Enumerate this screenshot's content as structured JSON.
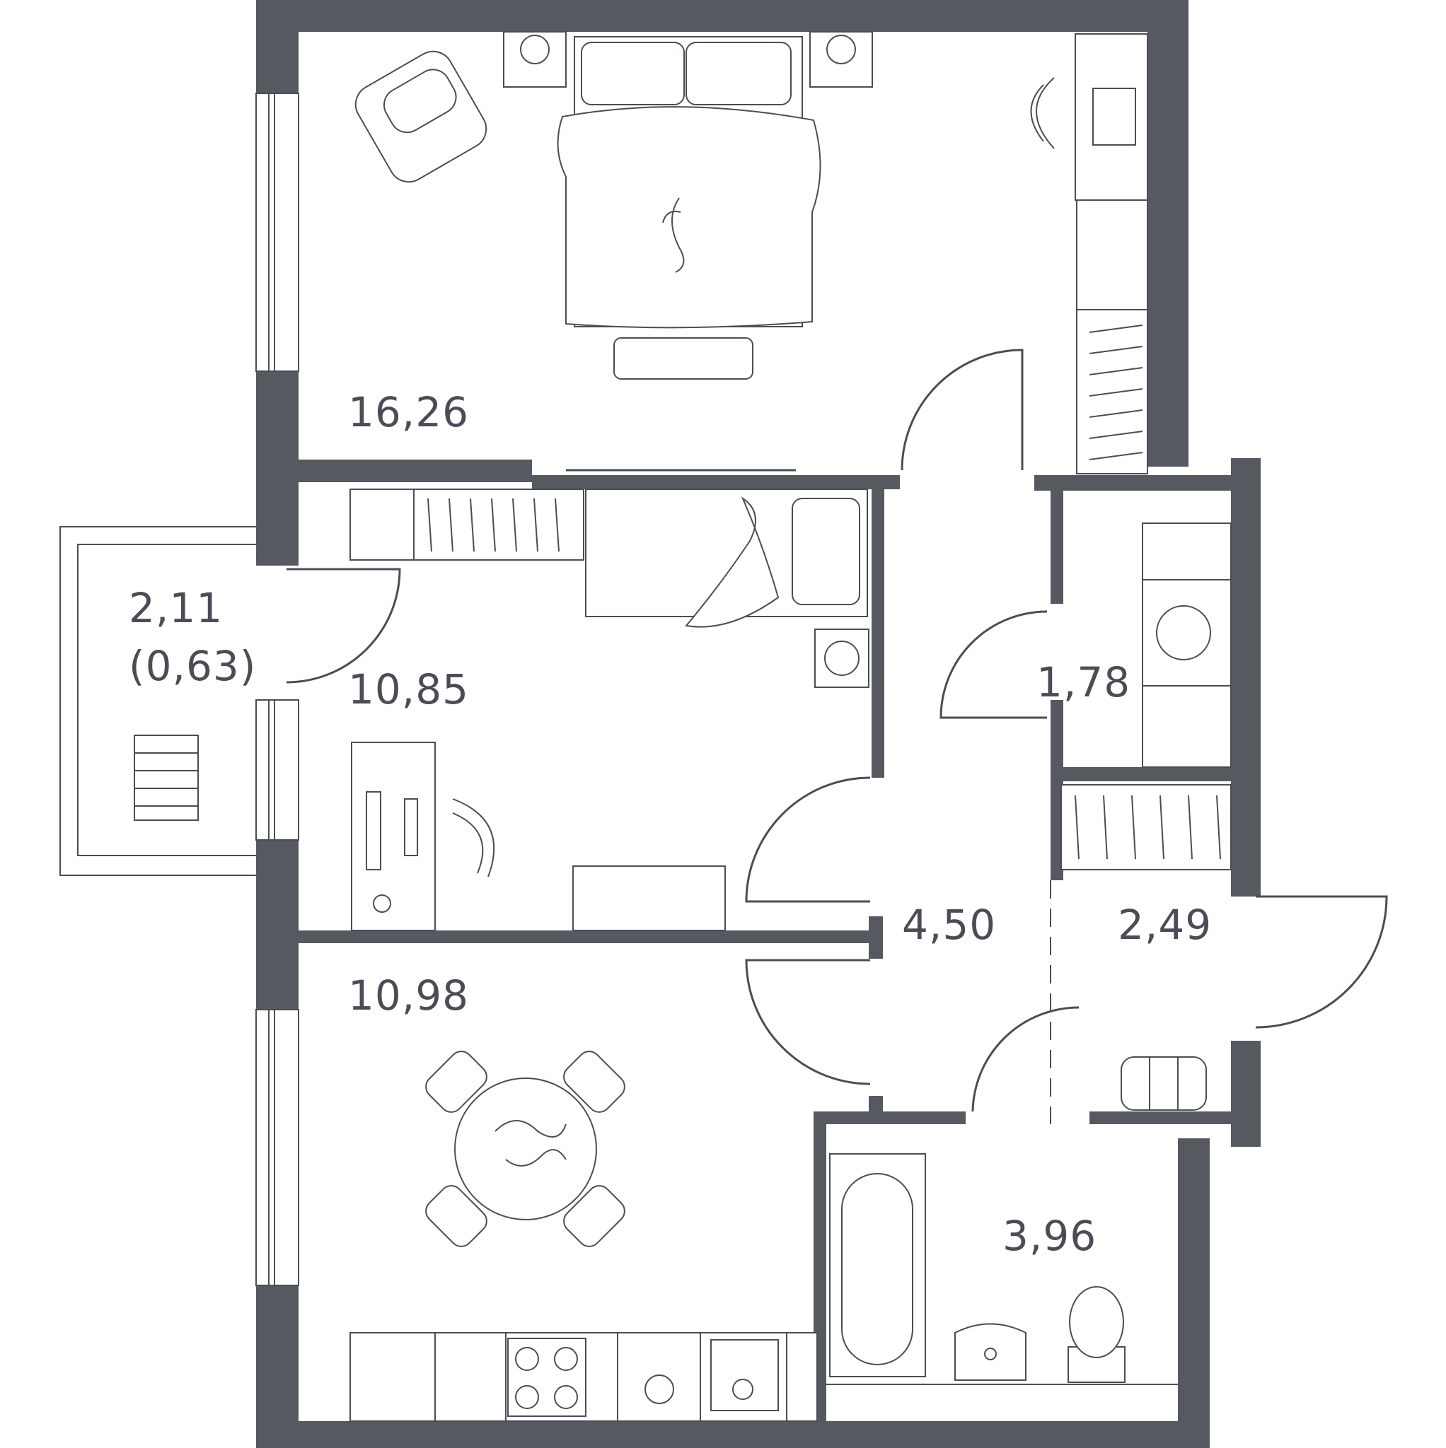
{
  "colors": {
    "wall": "#565960",
    "line": "#4a4d55",
    "text": "#4a4d55"
  },
  "rooms": {
    "bedroom_area": "16,26",
    "balcony_area": "2,11",
    "balcony_area_reduced": "(0,63)",
    "kids_room_area": "10,85",
    "kitchen_area": "10,98",
    "hall_area": "4,50",
    "storage_area": "1,78",
    "entry_area": "2,49",
    "bathroom_area": "3,96"
  },
  "icons": [
    "armchair-icon",
    "bed-icon",
    "cat-icon",
    "rug-icon",
    "nightstand-icon",
    "desk-chair-icon",
    "wardrobe-icon",
    "washing-machine-icon",
    "bench-icon",
    "dining-table-icon",
    "stove-icon",
    "sink-icon",
    "bathtub-icon",
    "toilet-icon",
    "washbasin-icon",
    "sofa-icon",
    "tv-icon"
  ]
}
